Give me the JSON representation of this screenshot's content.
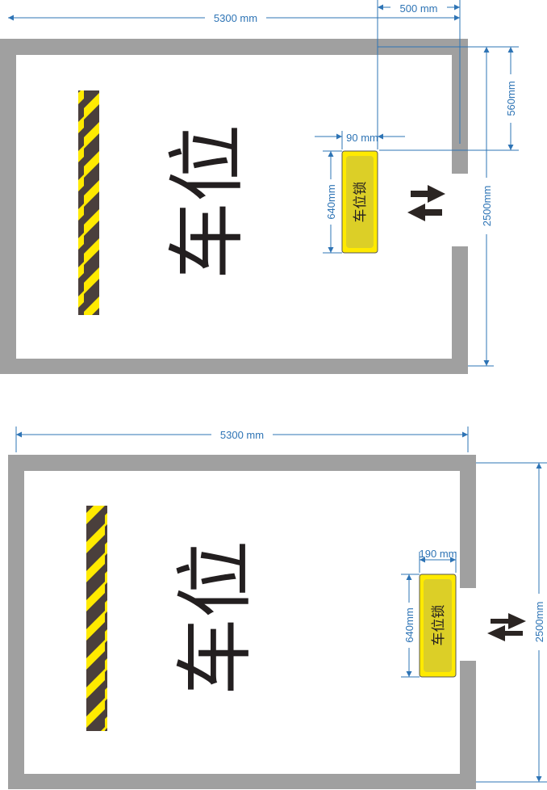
{
  "colors": {
    "wall": "#a0a0a0",
    "dimension": "#2e74b5",
    "lock_fill": "#ffea00",
    "lock_inner": "#dccf27",
    "stripe_dark": "#4a3f3c",
    "stripe_yellow": "#ffea00"
  },
  "diagram_top": {
    "label": "车位",
    "lock_label": "车位锁",
    "dims": {
      "width": "5300 mm",
      "opening_offset": "500 mm",
      "lock_width": "90 mm",
      "lock_length": "640mm",
      "depth": "2500mm",
      "wall_to_lock": "560mm"
    }
  },
  "diagram_bottom": {
    "label": "车位",
    "lock_label": "车位锁",
    "dims": {
      "width": "5300 mm",
      "lock_width": "190 mm",
      "lock_length": "640mm",
      "depth": "2500mm"
    }
  }
}
